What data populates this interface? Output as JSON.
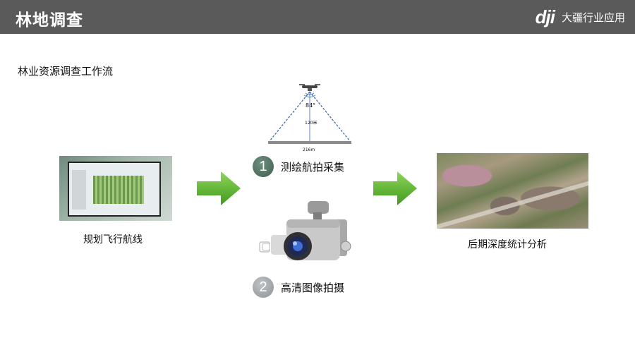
{
  "header": {
    "title": "林地调查",
    "brand_logo": "dji",
    "brand_text": "大疆行业应用",
    "background": "#5a5a5a"
  },
  "subtitle": "林业资源调查工作流",
  "plan": {
    "caption": "规划飞行航线"
  },
  "diagram": {
    "angle": "84°",
    "altitude": "120米",
    "width": "216m"
  },
  "steps": [
    {
      "number": "1",
      "label": "测绘航拍采集"
    },
    {
      "number": "2",
      "label": "高清图像拍摄"
    }
  ],
  "result": {
    "caption": "后期深度统计分析"
  },
  "colors": {
    "arrow": "#5fb52f",
    "badge_1": "#4d6e5d",
    "badge_2": "#a3a8aa",
    "dash": "#2f5fa8"
  },
  "icons": [
    "drone-icon",
    "camera-icon",
    "arrow-right-icon"
  ]
}
